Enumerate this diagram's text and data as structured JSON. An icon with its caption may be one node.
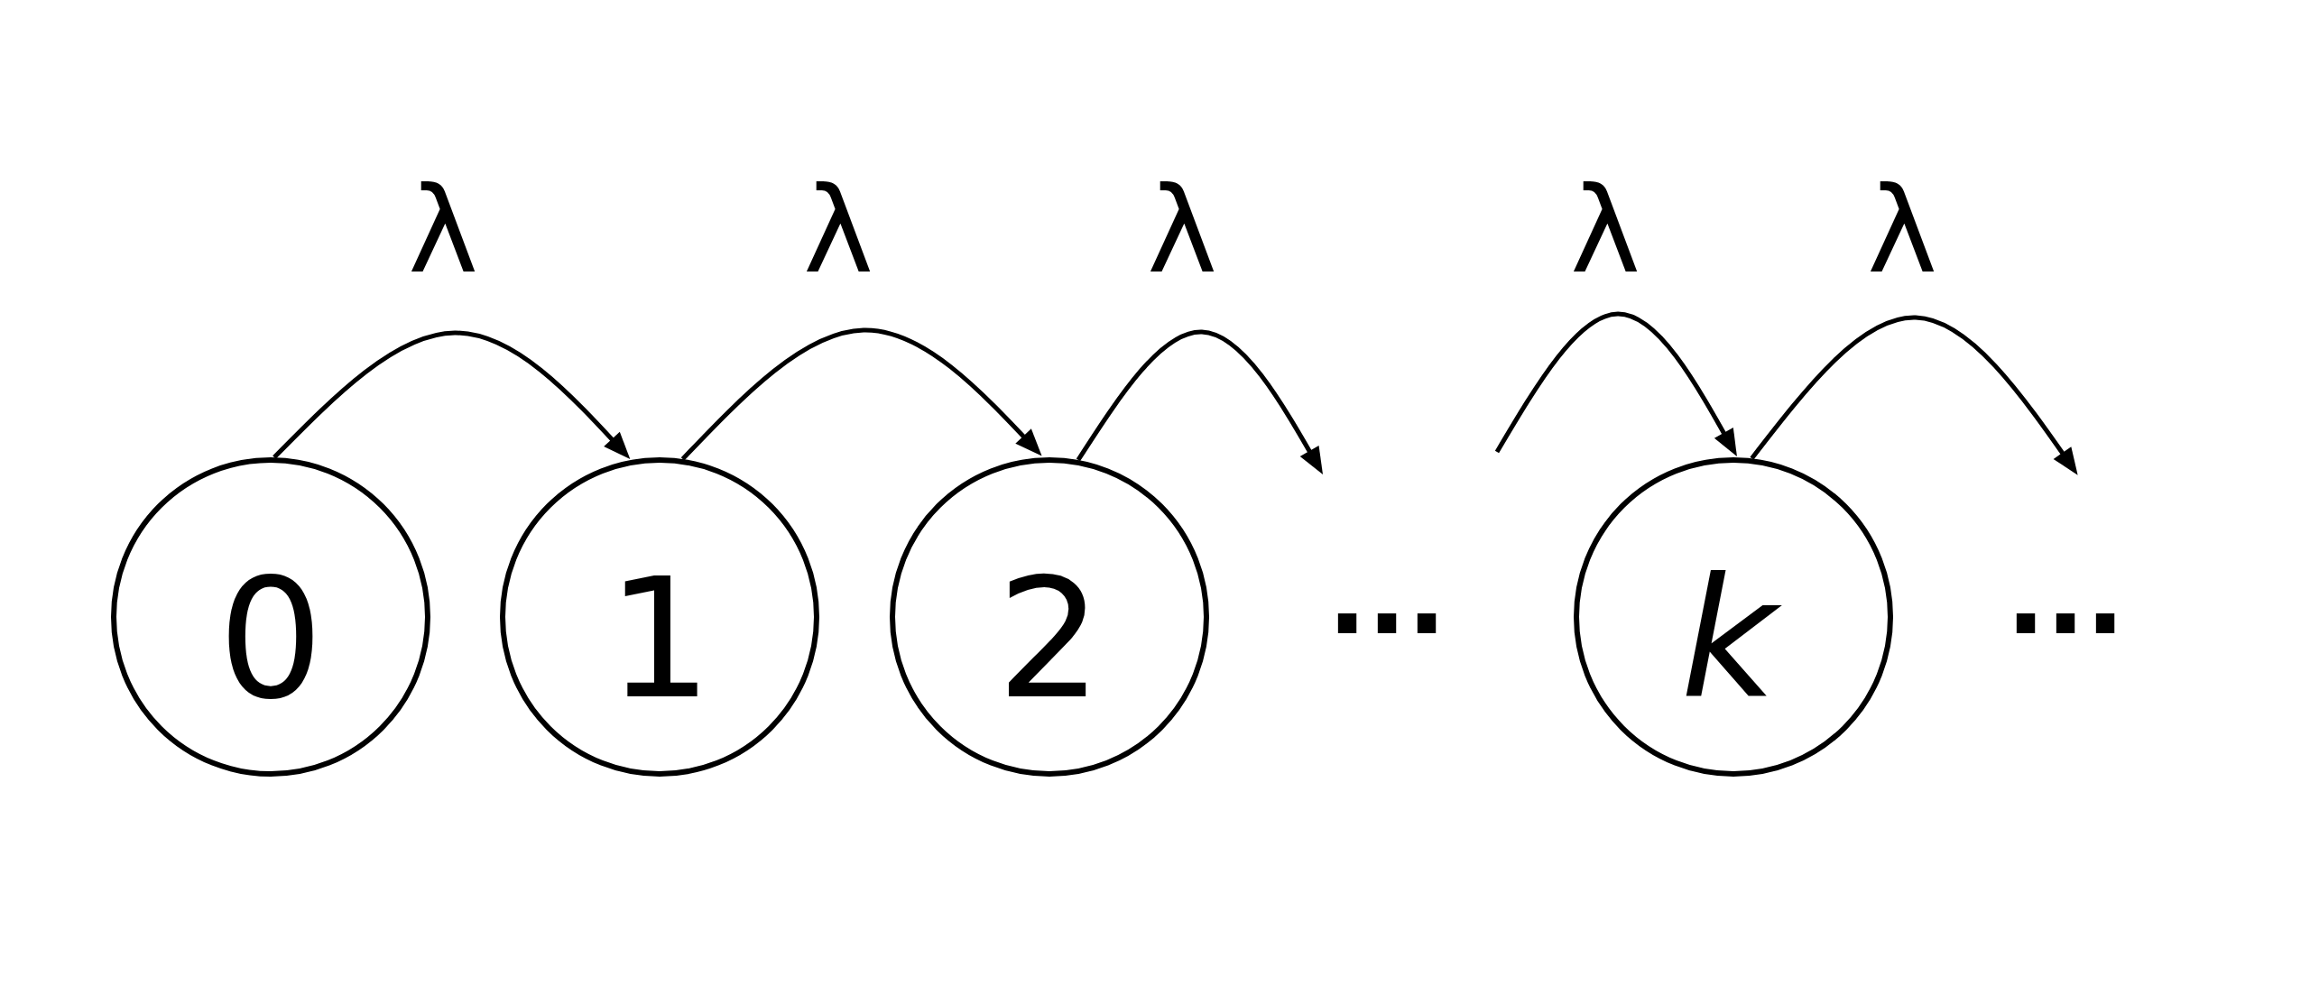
{
  "diagram": {
    "nodes": [
      {
        "text": [
          "0"
        ]
      },
      {
        "text": [
          "1"
        ]
      },
      {
        "text": [
          "2"
        ]
      },
      {
        "text": [
          "k"
        ]
      }
    ],
    "edges": [
      {
        "from": 0,
        "to": 1,
        "arrow": "to",
        "label": "λ"
      },
      {
        "from": 1,
        "to": 2,
        "arrow": "to",
        "label": "λ"
      },
      {
        "from": 2,
        "to": null,
        "arrow": "to",
        "label": "λ"
      },
      {
        "from": null,
        "to": 3,
        "arrow": "to",
        "label": "λ"
      },
      {
        "from": 3,
        "to": null,
        "arrow": "to",
        "label": "λ"
      }
    ],
    "labels": [
      "...",
      "..."
    ]
  }
}
